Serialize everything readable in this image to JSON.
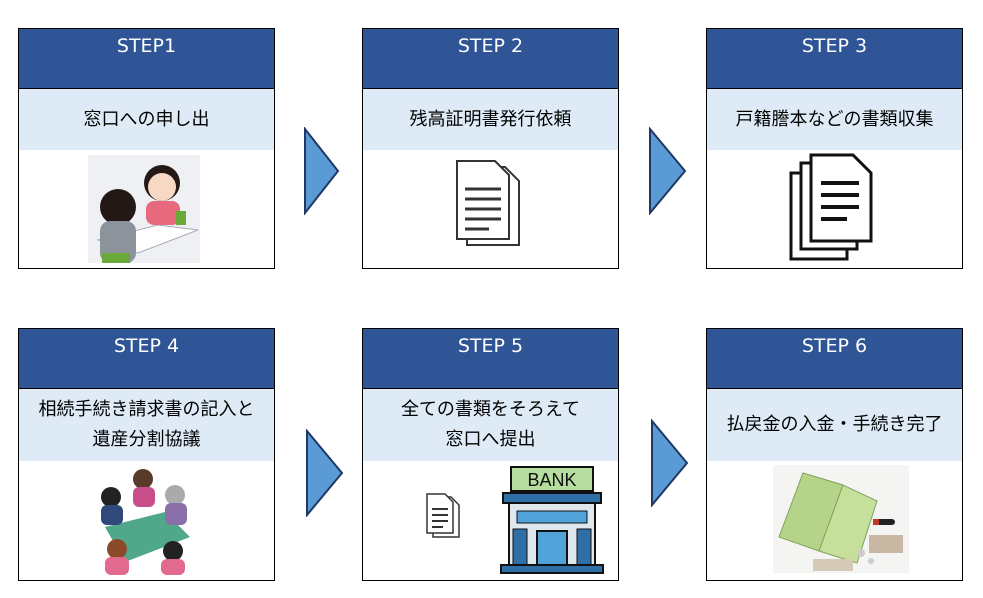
{
  "steps": [
    {
      "title": "STEP1",
      "text": "窓口への申し出",
      "image": "counter-consultation-illustration"
    },
    {
      "title": "STEP 2",
      "text": "残高証明書発行依頼",
      "image": "document-icon"
    },
    {
      "title": "STEP 3",
      "text": "戸籍謄本などの書類収集",
      "image": "documents-stack-icon"
    },
    {
      "title": "STEP 4",
      "text": "相続手続き請求書の記入と遺産分割協議",
      "line1": "相続手続き請求書の記入と",
      "line2": "遺産分割協議",
      "image": "family-meeting-illustration"
    },
    {
      "title": "STEP 5",
      "text": "全ての書類をそろえて窓口へ提出",
      "line1": "全ての書類をそろえて",
      "line2": "窓口へ提出",
      "image": "bank-building-illustration",
      "bank_sign": "BANK"
    },
    {
      "title": "STEP 6",
      "text": "払戻金の入金・手続き完了",
      "image": "bankbook-illustration"
    }
  ],
  "colors": {
    "header": "#2F5597",
    "band": "#DEEBF7",
    "arrow": "#5B9BD5",
    "arrow_outline": "#203864"
  }
}
